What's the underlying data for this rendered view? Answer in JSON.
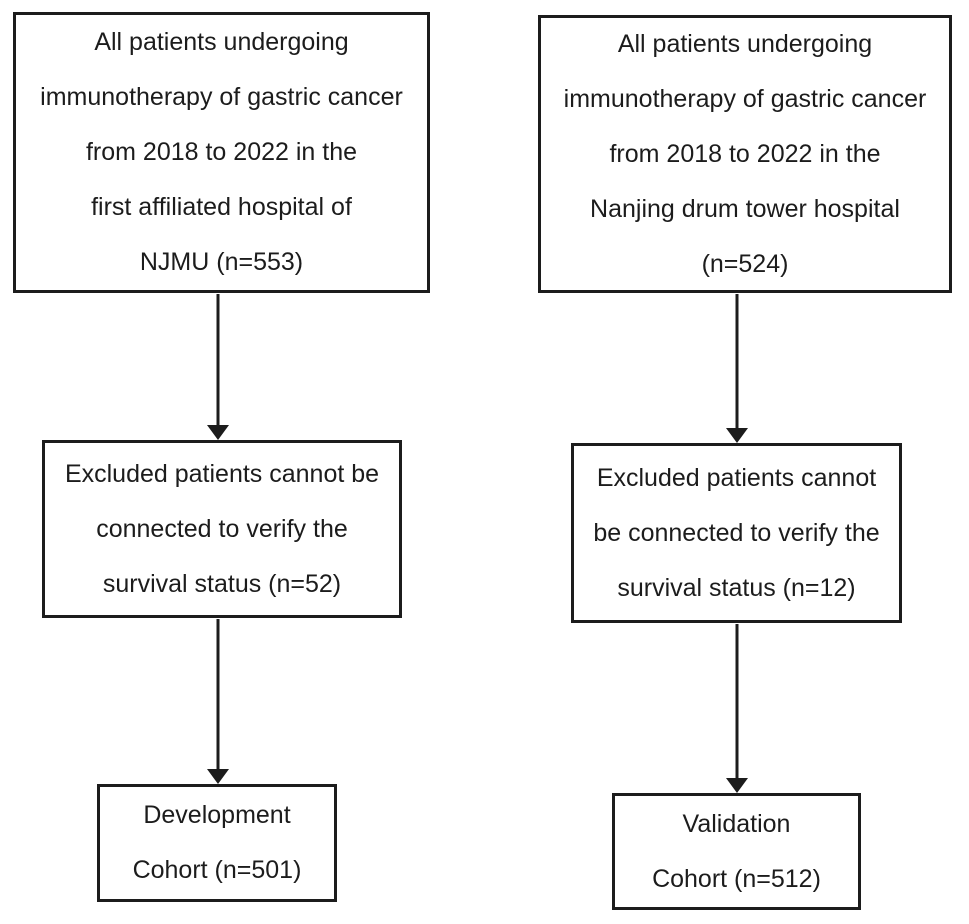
{
  "colors": {
    "line": "#1c1c1c",
    "text": "#1c1c1c",
    "background": "#ffffff"
  },
  "flow": {
    "columns": [
      {
        "id": "development-column",
        "boxes": [
          {
            "lines": [
              "All patients undergoing",
              "immunotherapy of gastric cancer",
              "from 2018 to 2022 in the",
              "first affiliated hospital of",
              "NJMU (n=553)"
            ]
          },
          {
            "lines": [
              "Excluded patients cannot be",
              "connected to verify the",
              "survival status (n=52)"
            ]
          },
          {
            "lines": [
              "Development",
              "Cohort (n=501)"
            ]
          }
        ]
      },
      {
        "id": "validation-column",
        "boxes": [
          {
            "lines": [
              "All patients undergoing",
              "immunotherapy of gastric cancer",
              "from 2018 to 2022 in the",
              "Nanjing drum tower hospital",
              "(n=524)"
            ]
          },
          {
            "lines": [
              "Excluded patients cannot",
              "be connected to verify the",
              "survival status (n=12)"
            ]
          },
          {
            "lines": [
              "Validation",
              "Cohort (n=512)"
            ]
          }
        ]
      }
    ]
  }
}
